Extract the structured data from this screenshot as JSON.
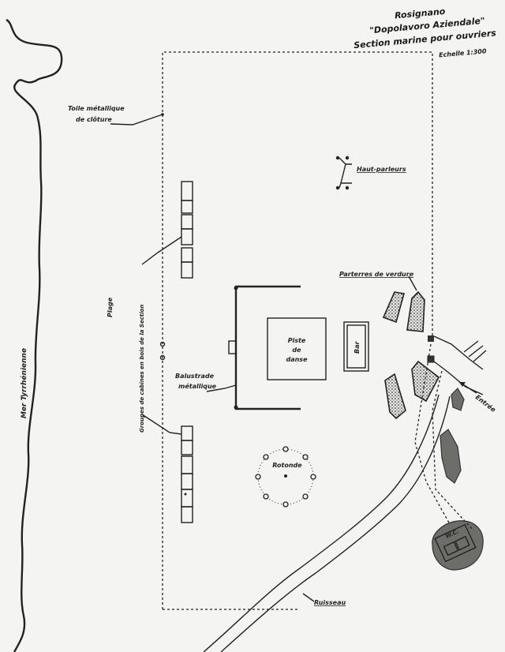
{
  "title": {
    "line1": "Rosignano",
    "line2": "\"Dopolavoro Aziendale\"",
    "line3": "Section marine pour ouvriers",
    "scale": "Echelle 1:300"
  },
  "labels": {
    "sea": "Mer Tyrrhénienne",
    "beach": "Plage",
    "fence_line1": "Toile métallique",
    "fence_line2": "de clôture",
    "cabins": "Groupes de cabines en bois de la Section",
    "loudspeakers": "Haut-parleurs",
    "greenery": "Parterres de verdure",
    "dance_line1": "Piste",
    "dance_line2": "de",
    "dance_line3": "danse",
    "bar": "Bar",
    "balustrade_line1": "Balustrade",
    "balustrade_line2": "métallique",
    "rotunda": "Rotonde",
    "entrance": "Entrée",
    "wc": "W.C.",
    "stream": "Ruisseau"
  },
  "colors": {
    "ink": "#222222",
    "paper": "#f4f4f2"
  }
}
